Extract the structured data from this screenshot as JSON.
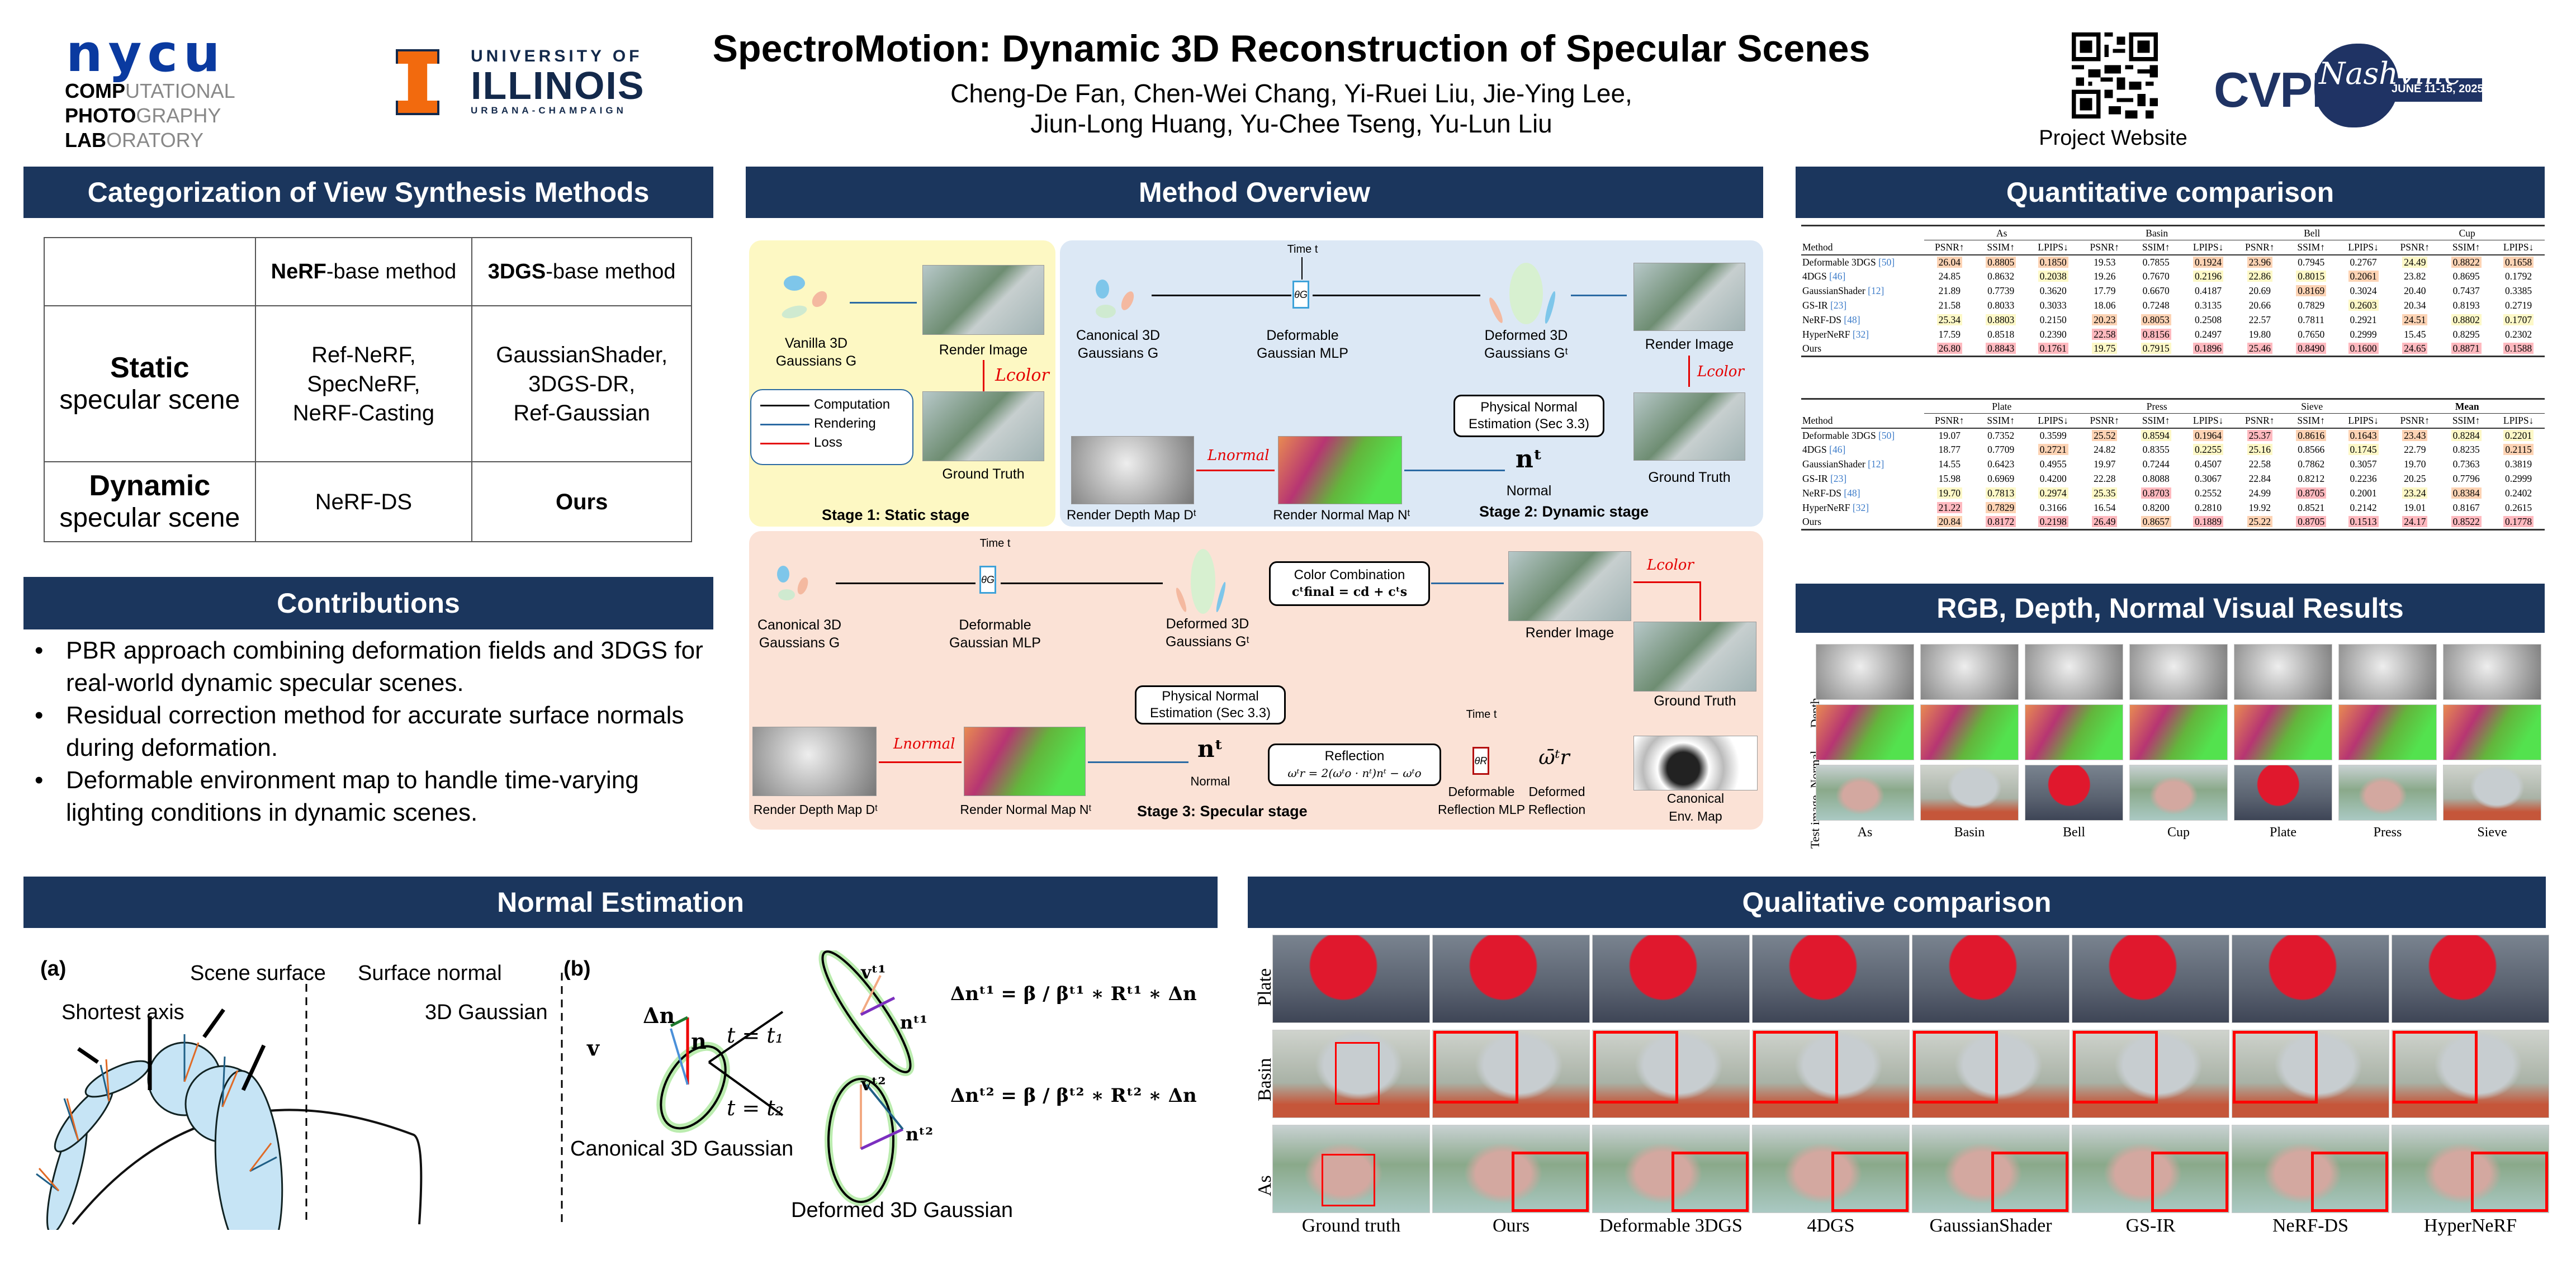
{
  "header": {
    "title": "SpectroMotion: Dynamic 3D Reconstruction of Specular Scenes",
    "authors_line1": "Cheng-De Fan, Chen-Wei Chang, Yi-Ruei Liu, Jie-Ying Lee,",
    "authors_line2": "Jiun-Long Huang, Yu-Chee Tseng, Yu-Lun Liu",
    "nycu_logo": "nycu",
    "lab": [
      {
        "bold": "COMP",
        "rest": "UTATIONAL"
      },
      {
        "bold": "PHOTO",
        "rest": "GRAPHY"
      },
      {
        "bold": "LAB",
        "rest": "ORATORY"
      }
    ],
    "uiuc": {
      "line1": "UNIVERSITY OF",
      "line2": "ILLINOIS",
      "line3": "URBANA-CHAMPAIGN"
    },
    "qr_label": "Project Website",
    "cvpr": {
      "name": "CVPR",
      "city": "Nashville",
      "dates": "JUNE 11-15, 2025"
    }
  },
  "colors": {
    "section_header": "#1b365d",
    "best": "#ffb9bf",
    "second": "#fdd3b4",
    "third": "#fdf8c7",
    "stage1": "#fdf8c3",
    "stage2": "#dce8f5",
    "stage3": "#fbe2d6"
  },
  "categorization": {
    "title": "Categorization of View Synthesis Methods",
    "col_headers": [
      {
        "bold": "NeRF",
        "rest": "-base method"
      },
      {
        "bold": "3DGS",
        "rest": "-base method"
      }
    ],
    "rows": [
      {
        "bold": "Static",
        "rest": "specular scene",
        "nerf": "Ref-NeRF,\nSpecNeRF,\nNeRF-Casting",
        "gs": "GaussianShader,\n3DGS-DR,\nRef-Gaussian"
      },
      {
        "bold": "Dynamic",
        "rest": "specular scene",
        "nerf": "NeRF-DS",
        "gs": "Ours"
      }
    ]
  },
  "contributions": {
    "title": "Contributions",
    "items": [
      "PBR approach combining deformation fields and 3DGS for real-world dynamic specular scenes.",
      "Residual correction method for accurate surface normals during deformation.",
      "Deformable environment map to handle time-varying lighting conditions in dynamic scenes."
    ]
  },
  "method": {
    "title": "Method Overview",
    "stage1": {
      "title": "Stage 1: Static stage",
      "gaussians": "Vanilla 3D\nGaussians G",
      "render": "Render Image",
      "gt": "Ground Truth",
      "loss": "Lcolor",
      "legend": [
        "Computation",
        "Rendering",
        "Loss"
      ]
    },
    "stage2": {
      "title": "Stage 2: Dynamic stage",
      "time": "Time t",
      "canonical": "Canonical 3D\nGaussians G",
      "mlp": "Deformable\nGaussian MLP",
      "mlp_sym": "θG",
      "deformed": "Deformed 3D\nGaussians Gᵗ",
      "render": "Render Image",
      "gt": "Ground Truth",
      "loss_color": "Lcolor",
      "pne": "Physical Normal\nEstimation (Sec 3.3)",
      "normal_sym": "nᵗ",
      "normal": "Normal",
      "depth_map": "Render Depth Map Dᵗ",
      "normal_map": "Render Normal Map Nᵗ",
      "loss_normal": "Lnormal"
    },
    "stage3": {
      "title": "Stage 3: Specular stage",
      "time": "Time t",
      "canonical": "Canonical 3D\nGaussians G",
      "mlp": "Deformable\nGaussian MLP",
      "mlp_sym": "θG",
      "deformed": "Deformed 3D\nGaussians Gᵗ",
      "color_comb": "Color Combination",
      "color_eq": "cᵗfinal = cd + cᵗs",
      "render": "Render Image",
      "gt": "Ground Truth",
      "loss_color": "Lcolor",
      "pne": "Physical Normal\nEstimation (Sec 3.3)",
      "normal_sym": "nᵗ",
      "normal": "Normal",
      "reflection": "Reflection",
      "reflection_eq": "ωᵗr = 2(ωᵗo · nᵗ)nᵗ − ωᵗo",
      "time2": "Time t",
      "rmlp_sym": "θR",
      "rmlp": "Deformable\nReflection MLP",
      "deformed_ref_sym": "ω̄ᵗr",
      "deformed_ref": "Deformed\nReflection",
      "env": "Canonical\nEnv. Map",
      "depth_map": "Render Depth Map Dᵗ",
      "normal_map": "Render Normal Map Nᵗ",
      "loss_normal": "Lnormal"
    }
  },
  "quantitative": {
    "title": "Quantitative comparison",
    "metrics": [
      "PSNR↑",
      "SSIM↑",
      "LPIPS↓"
    ],
    "method_header": "Method",
    "tables": [
      {
        "scenes": [
          "As",
          "Basin",
          "Bell",
          "Cup"
        ],
        "rows": [
          {
            "method": "Deformable 3DGS",
            "ref": "[50]",
            "values": [
              "26.04",
              "0.8805",
              "0.1850",
              "19.53",
              "0.7855",
              "0.1924",
              "23.96",
              "0.7945",
              "0.2767",
              "24.49",
              "0.8822",
              "0.1658"
            ],
            "ranks": [
              2,
              2,
              2,
              0,
              0,
              2,
              2,
              0,
              0,
              3,
              2,
              2
            ]
          },
          {
            "method": "4DGS",
            "ref": "[46]",
            "values": [
              "24.85",
              "0.8632",
              "0.2038",
              "19.26",
              "0.7670",
              "0.2196",
              "22.86",
              "0.8015",
              "0.2061",
              "23.82",
              "0.8695",
              "0.1792"
            ],
            "ranks": [
              0,
              0,
              3,
              0,
              0,
              3,
              3,
              3,
              2,
              0,
              0,
              0
            ]
          },
          {
            "method": "GaussianShader",
            "ref": "[12]",
            "values": [
              "21.89",
              "0.7739",
              "0.3620",
              "17.79",
              "0.6670",
              "0.4187",
              "20.69",
              "0.8169",
              "0.3024",
              "20.40",
              "0.7437",
              "0.3385"
            ],
            "ranks": [
              0,
              0,
              0,
              0,
              0,
              0,
              0,
              2,
              0,
              0,
              0,
              0
            ]
          },
          {
            "method": "GS-IR",
            "ref": "[23]",
            "values": [
              "21.58",
              "0.8033",
              "0.3033",
              "18.06",
              "0.7248",
              "0.3135",
              "20.66",
              "0.7829",
              "0.2603",
              "20.34",
              "0.8193",
              "0.2719"
            ],
            "ranks": [
              0,
              0,
              0,
              0,
              0,
              0,
              0,
              0,
              3,
              0,
              0,
              0
            ]
          },
          {
            "method": "NeRF-DS",
            "ref": "[48]",
            "values": [
              "25.34",
              "0.8803",
              "0.2150",
              "20.23",
              "0.8053",
              "0.2508",
              "22.57",
              "0.7811",
              "0.2921",
              "24.51",
              "0.8802",
              "0.1707"
            ],
            "ranks": [
              3,
              3,
              0,
              2,
              2,
              0,
              0,
              0,
              0,
              2,
              3,
              3
            ]
          },
          {
            "method": "HyperNeRF",
            "ref": "[32]",
            "values": [
              "17.59",
              "0.8518",
              "0.2390",
              "22.58",
              "0.8156",
              "0.2497",
              "19.80",
              "0.7650",
              "0.2999",
              "15.45",
              "0.8295",
              "0.2302"
            ],
            "ranks": [
              0,
              0,
              0,
              1,
              1,
              0,
              0,
              0,
              0,
              0,
              0,
              0
            ]
          },
          {
            "method": "Ours",
            "ref": "",
            "values": [
              "26.80",
              "0.8843",
              "0.1761",
              "19.75",
              "0.7915",
              "0.1896",
              "25.46",
              "0.8490",
              "0.1600",
              "24.65",
              "0.8871",
              "0.1588"
            ],
            "ranks": [
              1,
              1,
              1,
              3,
              3,
              1,
              1,
              1,
              1,
              1,
              1,
              1
            ]
          }
        ]
      },
      {
        "scenes": [
          "Plate",
          "Press",
          "Sieve",
          "Mean"
        ],
        "rows": [
          {
            "method": "Deformable 3DGS",
            "ref": "[50]",
            "values": [
              "19.07",
              "0.7352",
              "0.3599",
              "25.52",
              "0.8594",
              "0.1964",
              "25.37",
              "0.8616",
              "0.1643",
              "23.43",
              "0.8284",
              "0.2201"
            ],
            "ranks": [
              0,
              0,
              0,
              2,
              3,
              2,
              1,
              2,
              2,
              2,
              3,
              3
            ]
          },
          {
            "method": "4DGS",
            "ref": "[46]",
            "values": [
              "18.77",
              "0.7709",
              "0.2721",
              "24.82",
              "0.8355",
              "0.2255",
              "25.16",
              "0.8566",
              "0.1745",
              "22.79",
              "0.8235",
              "0.2115"
            ],
            "ranks": [
              0,
              0,
              2,
              0,
              0,
              3,
              3,
              0,
              3,
              0,
              0,
              2
            ]
          },
          {
            "method": "GaussianShader",
            "ref": "[12]",
            "values": [
              "14.55",
              "0.6423",
              "0.4955",
              "19.97",
              "0.7244",
              "0.4507",
              "22.58",
              "0.7862",
              "0.3057",
              "19.70",
              "0.7363",
              "0.3819"
            ],
            "ranks": [
              0,
              0,
              0,
              0,
              0,
              0,
              0,
              0,
              0,
              0,
              0,
              0
            ]
          },
          {
            "method": "GS-IR",
            "ref": "[23]",
            "values": [
              "15.98",
              "0.6969",
              "0.4200",
              "22.28",
              "0.8088",
              "0.3067",
              "22.84",
              "0.8212",
              "0.2236",
              "20.25",
              "0.7796",
              "0.2999"
            ],
            "ranks": [
              0,
              0,
              0,
              0,
              0,
              0,
              0,
              0,
              0,
              0,
              0,
              0
            ]
          },
          {
            "method": "NeRF-DS",
            "ref": "[48]",
            "values": [
              "19.70",
              "0.7813",
              "0.2974",
              "25.35",
              "0.8703",
              "0.2552",
              "24.99",
              "0.8705",
              "0.2001",
              "23.24",
              "0.8384",
              "0.2402"
            ],
            "ranks": [
              3,
              3,
              3,
              3,
              1,
              0,
              0,
              1,
              0,
              3,
              2,
              0
            ]
          },
          {
            "method": "HyperNeRF",
            "ref": "[32]",
            "values": [
              "21.22",
              "0.7829",
              "0.3166",
              "16.54",
              "0.8200",
              "0.2810",
              "19.92",
              "0.8521",
              "0.2142",
              "19.01",
              "0.8167",
              "0.2615"
            ],
            "ranks": [
              1,
              2,
              0,
              0,
              0,
              0,
              0,
              0,
              0,
              0,
              0,
              0
            ]
          },
          {
            "method": "Ours",
            "ref": "",
            "values": [
              "20.84",
              "0.8172",
              "0.2198",
              "26.49",
              "0.8657",
              "0.1889",
              "25.22",
              "0.8705",
              "0.1513",
              "24.17",
              "0.8522",
              "0.1778"
            ],
            "ranks": [
              2,
              1,
              1,
              1,
              2,
              1,
              2,
              1,
              1,
              1,
              1,
              1
            ]
          }
        ]
      }
    ]
  },
  "visual_results": {
    "title": "RGB, Depth, Normal Visual Results",
    "rows": [
      "Depth",
      "Normal",
      "Test image"
    ],
    "scenes": [
      "As",
      "Basin",
      "Bell",
      "Cup",
      "Plate",
      "Press",
      "Sieve"
    ]
  },
  "normal_estimation": {
    "title": "Normal Estimation",
    "a": {
      "label": "(a)",
      "scene_surface": "Scene surface",
      "surface_normal": "Surface normal",
      "shortest_axis": "Shortest axis",
      "gaussian": "3D Gaussian"
    },
    "b": {
      "label": "(b)",
      "dn": "Δn",
      "n": "n",
      "v": "v",
      "t1": "t = t₁",
      "t2": "t = t₂",
      "canonical": "Canonical 3D Gaussian",
      "deformed": "Deformed 3D Gaussian",
      "eq1": "Δnᵗ¹ = β / βᵗ¹ ∗ Rᵗ¹ ∗ Δn",
      "eq2": "Δnᵗ² = β / βᵗ² ∗ Rᵗ² ∗ Δn",
      "v1": "vᵗ¹",
      "n1": "nᵗ¹",
      "v2": "vᵗ²",
      "n2": "nᵗ²"
    }
  },
  "qualitative": {
    "title": "Qualitative comparison",
    "rows": [
      "Plate",
      "Basin",
      "As"
    ],
    "methods": [
      "Ground truth",
      "Ours",
      "Deformable 3DGS",
      "4DGS",
      "GaussianShader",
      "GS-IR",
      "NeRF-DS",
      "HyperNeRF"
    ]
  }
}
